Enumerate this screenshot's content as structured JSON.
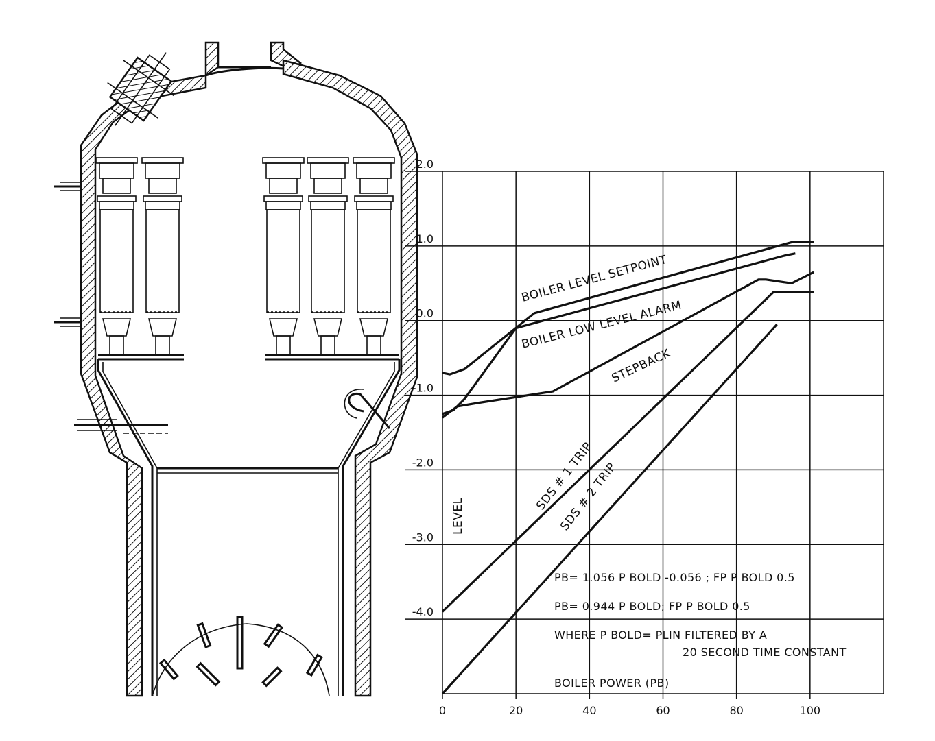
{
  "chart_data": {
    "type": "line",
    "xlabel": "BOILER POWER (PB)",
    "ylabel": "LEVEL",
    "xlim": [
      0,
      120
    ],
    "ylim": [
      -5,
      2
    ],
    "x_ticks": [
      "0",
      "20",
      "40",
      "60",
      "80",
      "100"
    ],
    "y_ticks": [
      "2.0",
      "1.0",
      "0.0",
      "-1.0",
      "-2.0",
      "-3.0",
      "-4.0"
    ],
    "grid": true,
    "series": [
      {
        "name": "BOILER LEVEL SETPOINT",
        "x": [
          0,
          2,
          6,
          25,
          95,
          101
        ],
        "y": [
          -0.7,
          -0.72,
          -0.65,
          0.1,
          1.05,
          1.05
        ]
      },
      {
        "name": "BOILER LOW LEVEL ALARM",
        "x": [
          0,
          3,
          6,
          20,
          93,
          96
        ],
        "y": [
          -1.25,
          -1.2,
          -1.05,
          -0.1,
          0.87,
          0.9
        ]
      },
      {
        "name": "STEPBACK",
        "x": [
          0,
          4,
          10,
          30,
          86,
          88,
          95,
          101
        ],
        "y": [
          -1.3,
          -1.15,
          -1.1,
          -0.95,
          0.55,
          0.55,
          0.5,
          0.65
        ]
      },
      {
        "name": "SDS # 1 TRIP",
        "x": [
          0,
          90,
          101
        ],
        "y": [
          -3.9,
          0.38,
          0.38
        ]
      },
      {
        "name": "SDS # 2 TRIP",
        "x": [
          0,
          91
        ],
        "y": [
          -5.0,
          -0.05
        ]
      }
    ],
    "annotations": [
      "PB= 1.056 P BOLD -0.056 ; FP P BOLD   0.5",
      "PB= 0.944 P BOLD; FP P BOLD   0.5",
      "WHERE P BOLD= PLIN FILTERED BY A",
      "20 SECOND TIME CONSTANT"
    ]
  }
}
